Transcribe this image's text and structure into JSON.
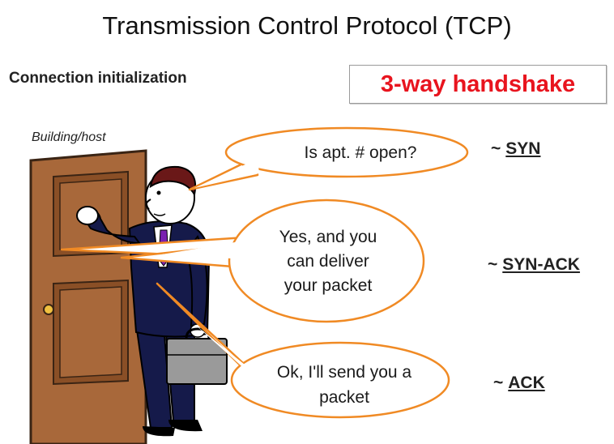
{
  "title": "Transmission Control Protocol (TCP)",
  "subtitle": "Connection initialization",
  "badge": "3-way handshake",
  "host_label": "Building/host",
  "bubbles": [
    {
      "lines": [
        "Is apt. # open?"
      ]
    },
    {
      "lines": [
        "Yes, and you",
        "can deliver",
        "your packet"
      ]
    },
    {
      "lines": [
        "Ok, I'll send you a",
        "packet"
      ]
    }
  ],
  "steps": [
    {
      "tilde": "~",
      "label": "SYN"
    },
    {
      "tilde": "~",
      "label": "SYN-ACK"
    },
    {
      "tilde": "~",
      "label": "ACK"
    }
  ],
  "colors": {
    "badge_text": "#e8141e",
    "bubble_outline": "#f08a24",
    "door": "#a8683a",
    "suit": "#151a4a",
    "tie": "#7a1fb0"
  }
}
